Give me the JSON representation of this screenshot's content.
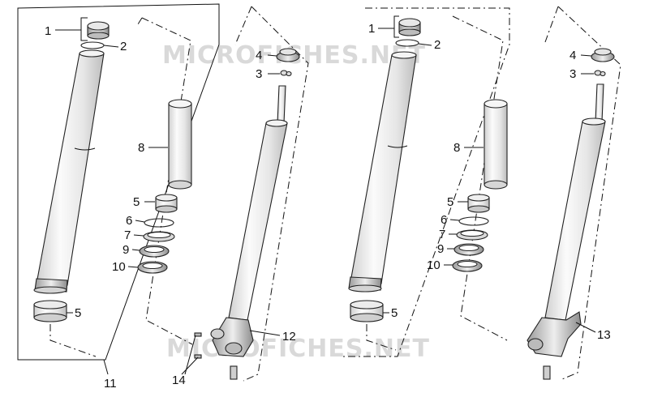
{
  "watermark": "MICROFICHES.NET",
  "labels": {
    "l1a": "1",
    "l2a": "2",
    "l5a": "5",
    "l8a": "8",
    "l6a": "6",
    "l7a": "7",
    "l9a": "9",
    "l10a": "10",
    "l11": "11",
    "l4a": "4",
    "l3a": "3",
    "l12": "12",
    "l14": "14",
    "l1b": "1",
    "l2b": "2",
    "l5b": "5",
    "l8b": "8",
    "l6b": "6",
    "l7b": "7",
    "l9b": "9",
    "l10b": "10",
    "l4b": "4",
    "l3b": "3",
    "l13": "13"
  },
  "colors": {
    "line": "#111111",
    "tube": "#f4f4f4",
    "shade": "#c8c8c8",
    "watermark": "#d9d9d9"
  }
}
